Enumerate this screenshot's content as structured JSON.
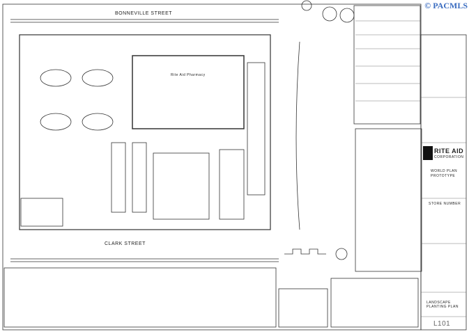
{
  "watermark": "© PACMLS",
  "streets": {
    "north": "BONNEVILLE STREET",
    "south": "CLARK STREET"
  },
  "building_label": "Rite Aid Pharmacy",
  "title_block": {
    "company": "RITE AID",
    "company_sub": "CORPORATION",
    "project": "WORLD PLAN",
    "project_sub": "PROTOTYPE",
    "store": "STORE NUMBER",
    "drawing_title": "LANDSCAPE PLANTING PLAN",
    "sheet_number": "L101"
  }
}
